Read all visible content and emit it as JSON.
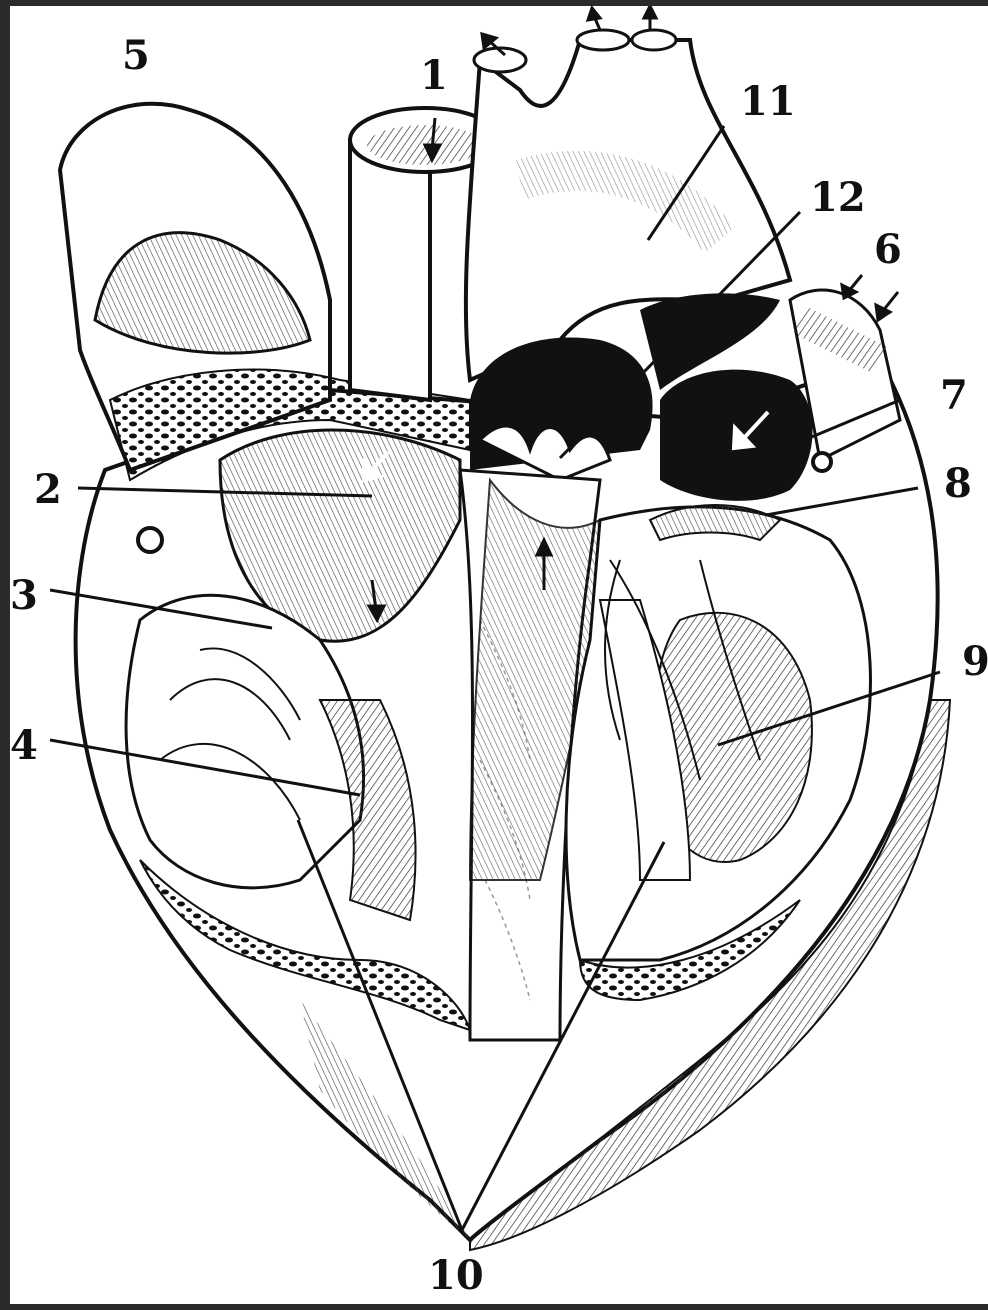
{
  "figure": {
    "subject": "heart-anatomy-illustration",
    "labels": [
      "1",
      "2",
      "3",
      "4",
      "5",
      "6",
      "7",
      "8",
      "9",
      "10",
      "11",
      "12"
    ]
  }
}
